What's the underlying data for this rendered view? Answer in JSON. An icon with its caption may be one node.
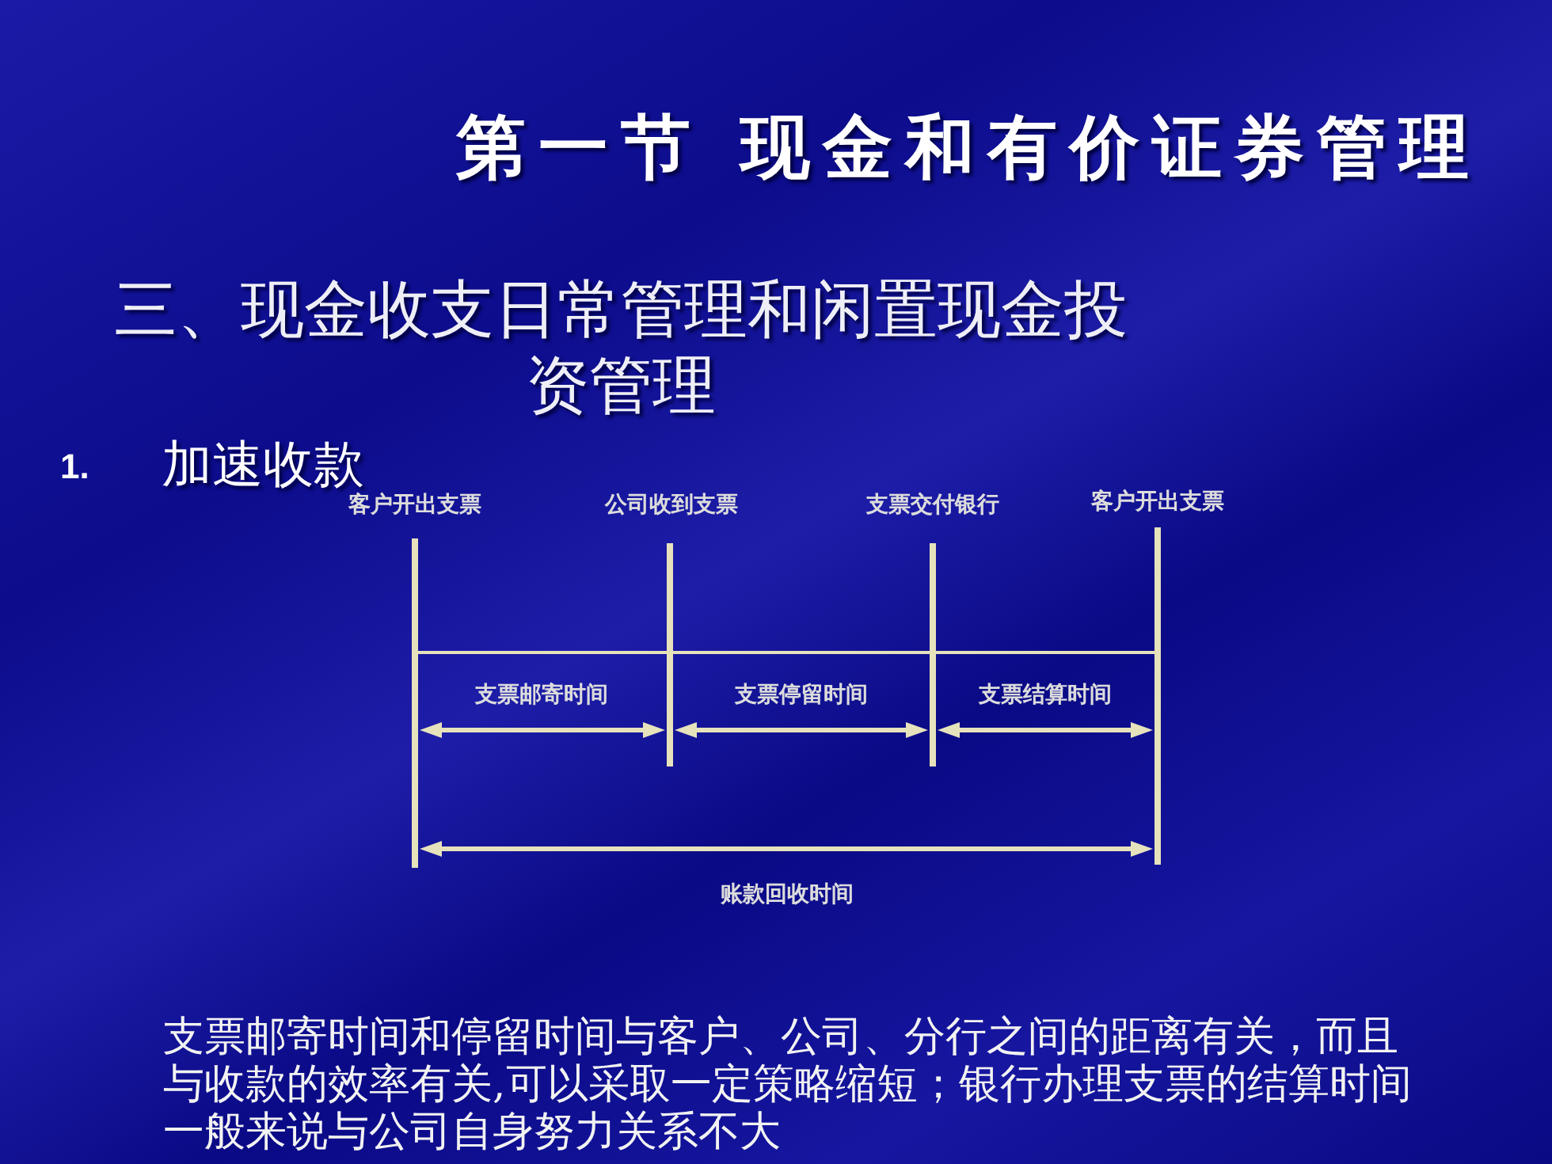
{
  "diagram": {
    "title": "第一节 现金和有价证券管理",
    "labels": [
      "三、现金收支日常管理和闲置现金投资管理",
      "1.",
      "加速收款",
      "客户开出支票",
      "公司收到支票",
      "支票交付银行",
      "客户开出支票",
      "支票邮寄时间",
      "支票停留时间",
      "支票结算时间",
      "账款回收时间",
      "支票邮寄时间和停留时间与客户、公司、分行之间的距离有关，而且与收款的效率有关,可以采取一定策略缩短；银行办理支票的结算时间一般来说与公司自身努力关系不大"
    ]
  }
}
